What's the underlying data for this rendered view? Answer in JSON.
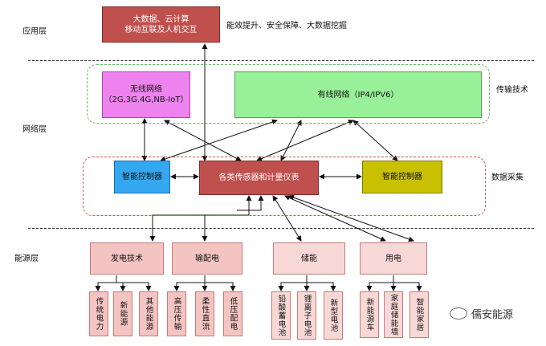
{
  "layers": {
    "application": "应用层",
    "network": "网络层",
    "energy": "能源层"
  },
  "application": {
    "box_line1": "大数据、云计算",
    "box_line2": "移动互联及人机交互",
    "note": "能效提升、安全保障、大数据挖掘"
  },
  "network": {
    "wireless_line1": "无线网络",
    "wireless_line2": "（2G,3G,4G,NB-IoT）",
    "wired": "有线网络（IP4/IPV6）",
    "label": "传输技术"
  },
  "collection": {
    "controller_left": "智能控制器",
    "sensors": "各类传感器和计量仪表",
    "controller_right": "智能控制器",
    "label": "数据采集"
  },
  "energy": {
    "categories": [
      "发电技术",
      "输配电",
      "储能",
      "用电"
    ],
    "items": [
      "传统电力",
      "新能源",
      "其他能源",
      "高压传输",
      "柔性直流",
      "低压配电",
      "铅酸蓄电池",
      "锂离子电池",
      "新型电池",
      "新能源车",
      "家庭储能墙",
      "智能家居"
    ]
  },
  "watermark": "儒安能源",
  "colors": {
    "wireless": "#ee82ee",
    "wired": "#98f098",
    "controller_left": "#33a8f0",
    "sensors": "#c0504d",
    "controller_right": "#c8c000"
  }
}
